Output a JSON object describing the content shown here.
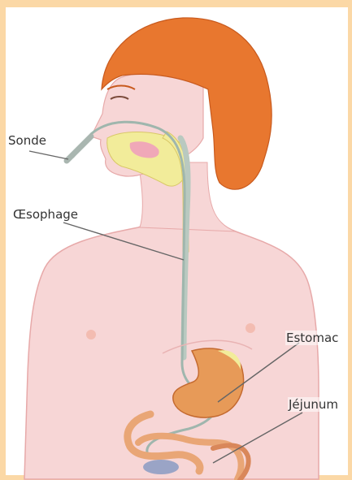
{
  "labels": {
    "sonde": "Sonde",
    "oesophage": "Œsophage",
    "estomac": "Estomac",
    "jejunum": "Jéjunum"
  },
  "colors": {
    "border": "#fbd8a6",
    "skin": "#f6d2d2",
    "hair": "#e8772f",
    "esophagus": "#b9c9c0",
    "stomach": "#e79a58",
    "cavity_yellow": "#f2ec9a",
    "intestine": "#e9a676"
  }
}
